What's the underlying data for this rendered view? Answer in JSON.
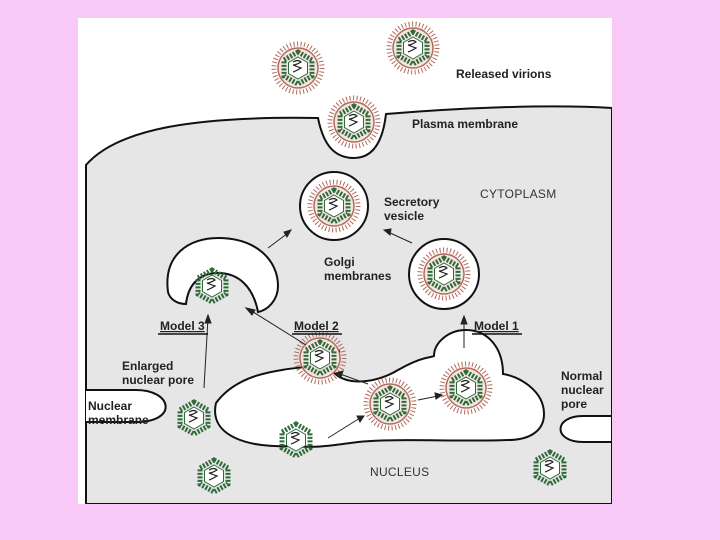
{
  "labels": {
    "released_virions": "Released virions",
    "plasma_membrane": "Plasma membrane",
    "cytoplasm": "CYTOPLASM",
    "secretory_vesicle_1": "Secretory",
    "secretory_vesicle_2": "vesicle",
    "golgi_1": "Golgi",
    "golgi_2": "membranes",
    "model_3": "Model 3",
    "model_2": "Model 2",
    "model_1": "Model 1",
    "enlarged_pore_1": "Enlarged",
    "enlarged_pore_2": "nuclear pore",
    "nuclear_membrane_1": "Nuclear",
    "nuclear_membrane_2": "membrane",
    "normal_pore_1": "Normal",
    "normal_pore_2": "nuclear",
    "normal_pore_3": "pore",
    "nucleus": "NUCLEUS"
  },
  "colors": {
    "background": "#f8c8f6",
    "cytoplasm": "#e6e6e6",
    "capsid": "#2f6b3a",
    "envelope": "#b26a5a",
    "membrane": "#111111"
  }
}
